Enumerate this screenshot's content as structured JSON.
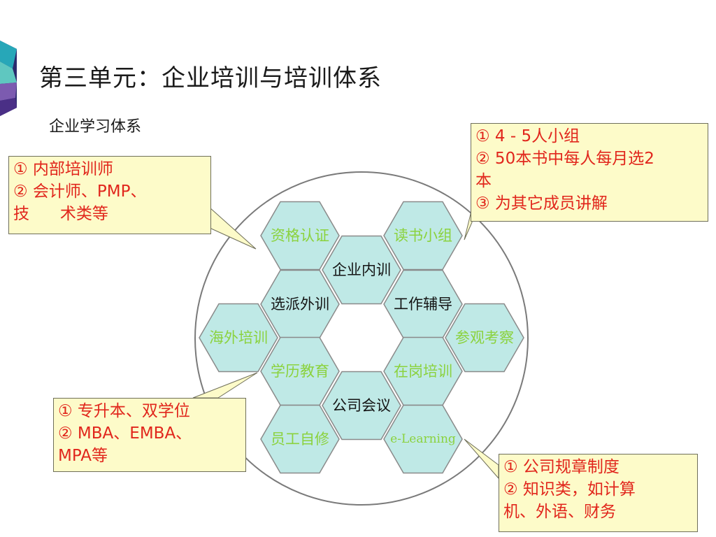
{
  "title": "第三单元：企业培训与培训体系",
  "subtitle": "企业学习体系",
  "colors": {
    "hex_fill": "#bfe9e6",
    "hex_stroke": "#8a8a8a",
    "outer_text": "#8bd23e",
    "inner_text": "#141414",
    "callout_bg": "#fdfbc9",
    "callout_text": "#e1261c"
  },
  "hexagons": [
    {
      "id": "zige",
      "label": "资格认证",
      "style": "outer"
    },
    {
      "id": "dushu",
      "label": "读书小组",
      "style": "outer"
    },
    {
      "id": "qiye",
      "label": "企业内训",
      "style": "inner"
    },
    {
      "id": "xuanpai",
      "label": "选派外训",
      "style": "inner"
    },
    {
      "id": "gongzuo",
      "label": "工作辅导",
      "style": "inner"
    },
    {
      "id": "haiwai",
      "label": "海外培训",
      "style": "outer"
    },
    {
      "id": "canguan",
      "label": "参观考察",
      "style": "outer"
    },
    {
      "id": "xueli",
      "label": "学历教育",
      "style": "outer"
    },
    {
      "id": "zaigang",
      "label": "在岗培训",
      "style": "outer"
    },
    {
      "id": "gongsi",
      "label": "公司会议",
      "style": "inner"
    },
    {
      "id": "yuangong",
      "label": "员工自修",
      "style": "outer"
    },
    {
      "id": "elearning",
      "label": "e-Learning",
      "style": "outer-small"
    }
  ],
  "callouts": {
    "internal_trainer": [
      "① 内部培训师",
      "② 会计师、PMP、",
      "技      术类等"
    ],
    "reading_group": [
      "① 4 - 5人小组",
      "② 50本书中每人每月选2",
      "本",
      "③ 为其它成员讲解"
    ],
    "degree_education": [
      "① 专升本、双学位",
      "② MBA、EMBA、",
      "MPA等"
    ],
    "elearning": [
      "① 公司规章制度",
      "② 知识类，如计算",
      "机、外语、财务"
    ]
  }
}
